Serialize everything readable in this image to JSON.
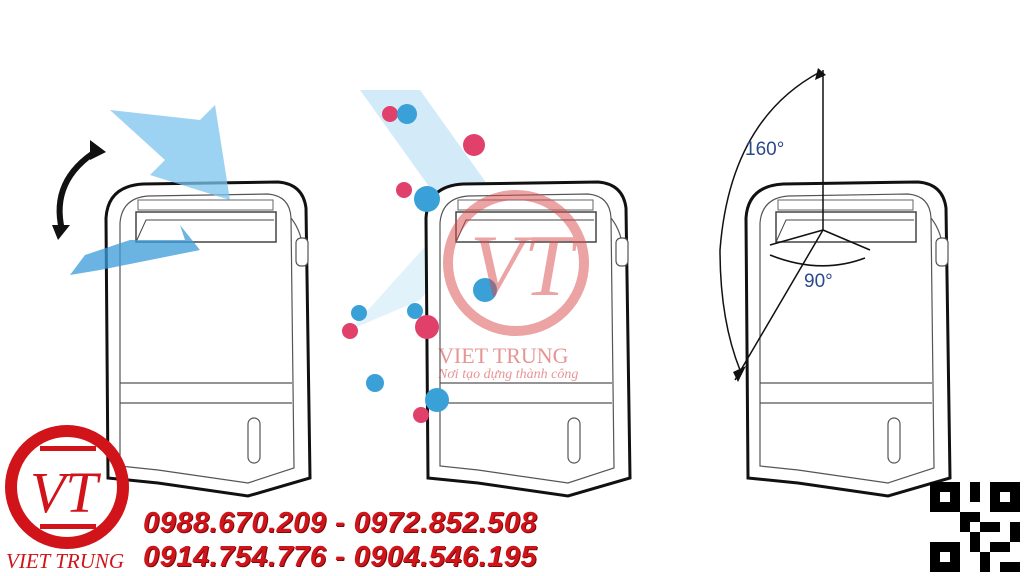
{
  "angles": {
    "vertical_swing": "160°",
    "horizontal_swing": "90°"
  },
  "watermark": {
    "letters": "VT",
    "name": "VIET TRUNG",
    "slogan": "Nơi tạo dựng thành công"
  },
  "logo": {
    "letters": "VT",
    "name": "VIET TRUNG"
  },
  "contact": {
    "line1": "0988.670.209 - 0972.852.508",
    "line2": "0914.754.776 - 0904.546.195"
  },
  "colors": {
    "brand_red": "#d0141a",
    "air_blue": "#4aa8e0",
    "ion_pink": "#e0406a",
    "angle_text": "#2a4a8a"
  }
}
